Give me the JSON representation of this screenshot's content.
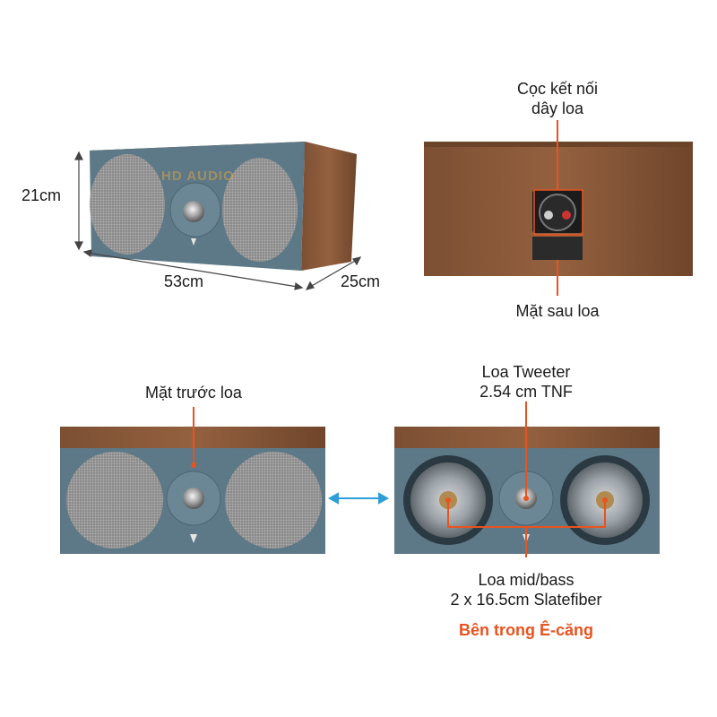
{
  "panels": {
    "dimensions": {
      "height_label": "21cm",
      "width_label": "53cm",
      "depth_label": "25cm",
      "logo_text": "HD AUDIO"
    },
    "back": {
      "terminal_label_line1": "Cọc kết nối",
      "terminal_label_line2": "dây loa",
      "back_label": "Mặt sau loa"
    },
    "front": {
      "front_label": "Mặt trước loa"
    },
    "inside": {
      "tweeter_label_line1": "Loa Tweeter",
      "tweeter_label_line2": "2.54 cm TNF",
      "midbass_label_line1": "Loa mid/bass",
      "midbass_label_line2": "2 x 16.5cm Slatefiber",
      "caption": "Bên trong Ê-căng"
    }
  },
  "colors": {
    "wood": "#8a5a3b",
    "wood_dark": "#6b4329",
    "baffle": "#5d7886",
    "grille": "#9a9a9a",
    "accent": "#e8531f",
    "arrow": "#2e9fd6"
  }
}
